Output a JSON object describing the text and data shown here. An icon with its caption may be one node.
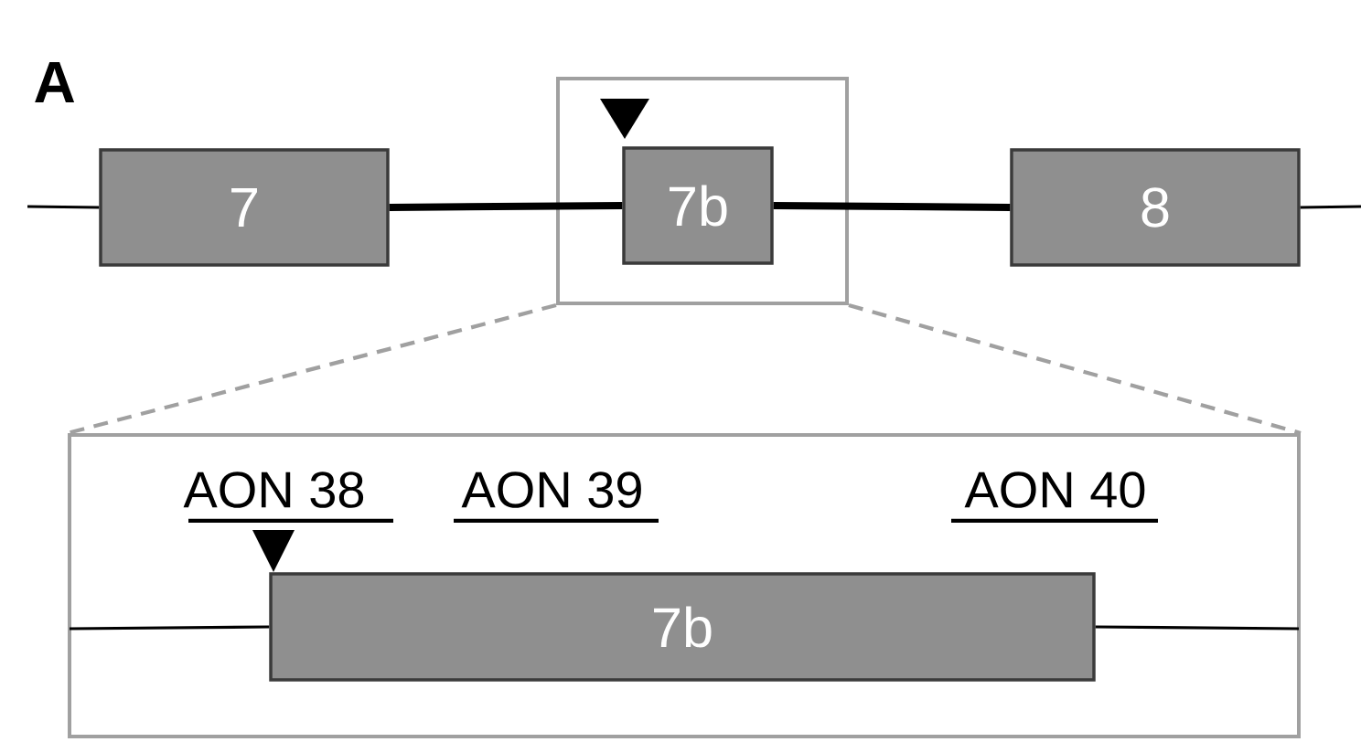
{
  "diagram": {
    "nodes": [
      {
        "text": [
          "7"
        ]
      },
      {
        "text": [],
        "shape": "box"
      },
      {
        "text": [
          "7b"
        ],
        "in": 1
      },
      {
        "text": [
          "8"
        ]
      },
      {
        "text": [],
        "shape": "box"
      },
      {
        "text": [
          "7b"
        ],
        "in": 4
      }
    ],
    "edges": [
      {
        "from": null,
        "to": 0,
        "arrow": "none"
      },
      {
        "from": 0,
        "to": 2,
        "arrow": "none",
        "style": "thick"
      },
      {
        "from": 2,
        "to": 3,
        "arrow": "none",
        "style": "thick"
      },
      {
        "from": 3,
        "to": null,
        "arrow": "none"
      },
      {
        "from": 1,
        "to": 4,
        "arrow": "none",
        "style": "dashed",
        "color": "#a0a0a0"
      },
      {
        "from": 1,
        "to": 4,
        "arrow": "none",
        "style": "dashed",
        "color": "#a0a0a0"
      },
      {
        "from": null,
        "to": 5,
        "arrow": "none"
      },
      {
        "from": 5,
        "to": null,
        "arrow": "none"
      }
    ],
    "labels": [
      "A",
      "AON 38",
      "AON 39",
      "AON 40"
    ]
  }
}
